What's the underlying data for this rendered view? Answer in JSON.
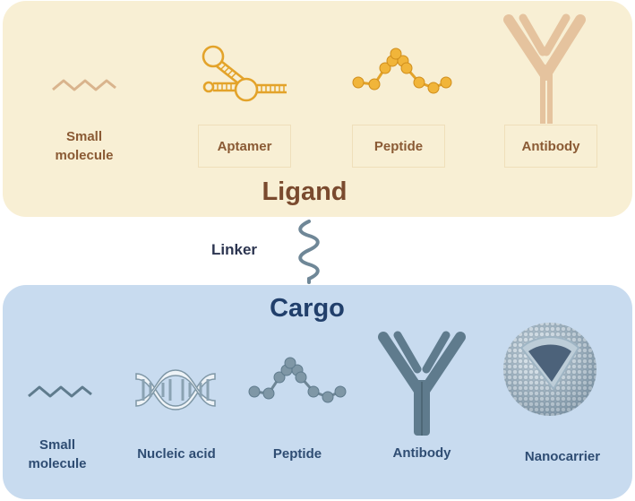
{
  "ligand": {
    "title": "Ligand",
    "items": [
      "Small\nmolecule",
      "Aptamer",
      "Peptide",
      "Antibody"
    ]
  },
  "linker": {
    "label": "Linker"
  },
  "cargo": {
    "title": "Cargo",
    "items": [
      "Small\nmolecule",
      "Nucleic acid",
      "Peptide",
      "Antibody",
      "Nanocarrier"
    ]
  },
  "colors": {
    "ligand_bg": "#f8efd4",
    "ligand_icon": "#e3a32a",
    "ligand_antibody": "#e7c7a6",
    "ligand_text": "#8a5a34",
    "cargo_bg": "#c8dbef",
    "cargo_icon": "#5f7b8d",
    "cargo_text": "#2f4d73"
  }
}
